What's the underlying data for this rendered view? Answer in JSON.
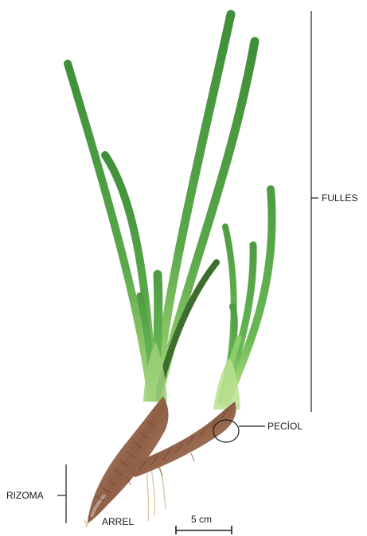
{
  "labels": {
    "leaves": "FULLES",
    "petiole": "PECÍOL",
    "rhizome": "RIZOMA",
    "root": "ARREL",
    "scale": "5 cm"
  },
  "colors": {
    "leaf_dark": "#3f8f3a",
    "leaf_mid": "#5aa84a",
    "leaf_light": "#8ccf6a",
    "rhizome": "#9a6a4c",
    "rhizome_light": "#d8c0a8",
    "root": "#d9c9a8",
    "line": "#1a1a1a"
  }
}
